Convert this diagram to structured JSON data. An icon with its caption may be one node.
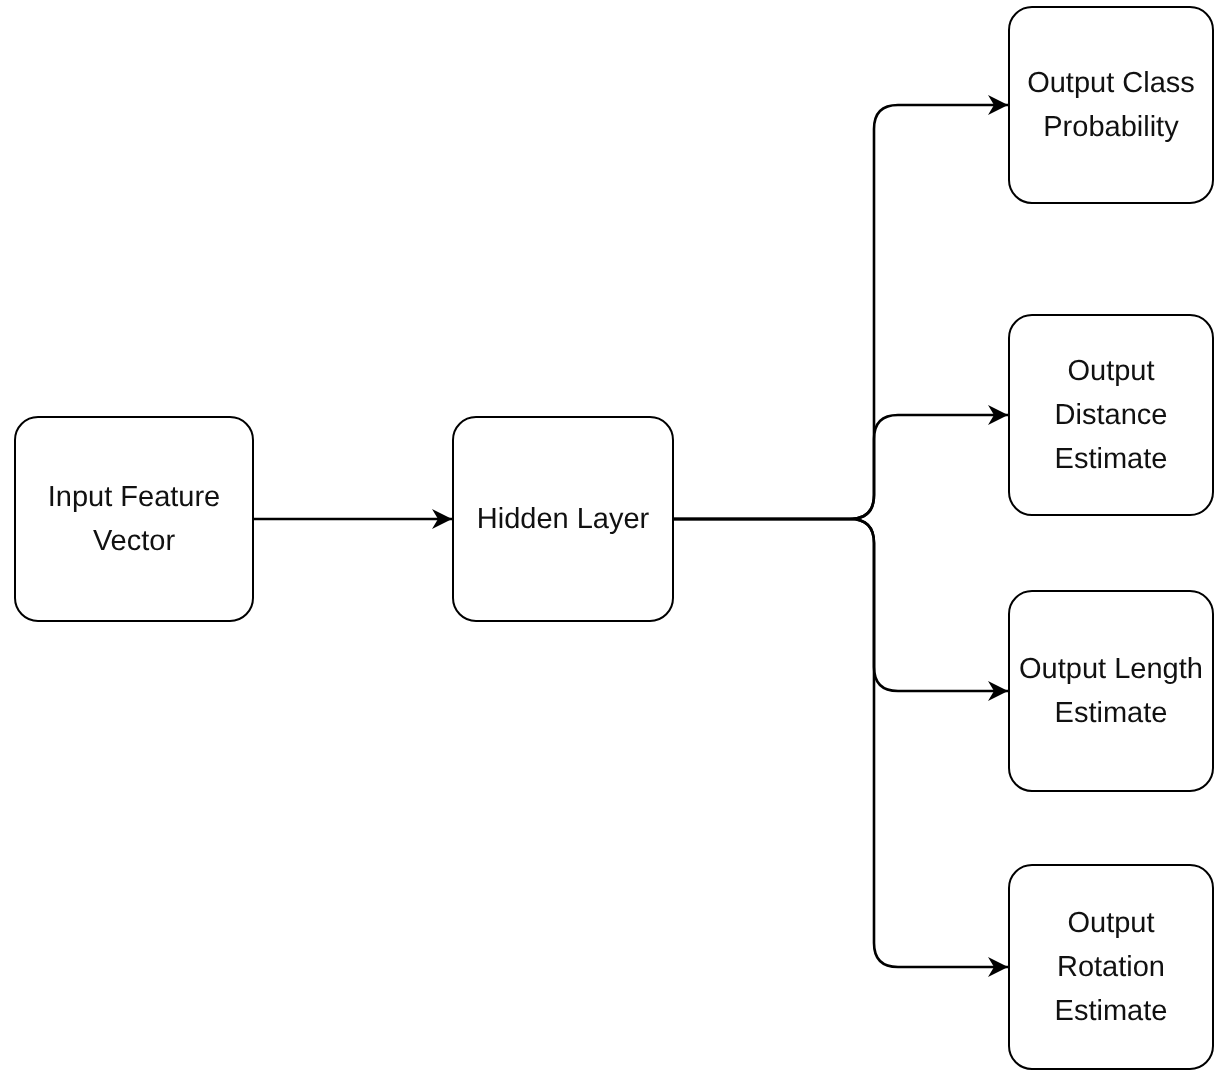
{
  "diagram": {
    "nodes": [
      {
        "text": [
          "Input Feature Vector"
        ]
      },
      {
        "text": [
          "Hidden Layer"
        ]
      },
      {
        "text": [
          "Output Class Probability"
        ]
      },
      {
        "text": [
          "Output Distance Estimate"
        ]
      },
      {
        "text": [
          "Output Length Estimate"
        ]
      },
      {
        "text": [
          "Output Rotation Estimate"
        ]
      }
    ],
    "edges": [
      {
        "from": 0,
        "to": 1,
        "arrow": "to"
      },
      {
        "from": 1,
        "to": 2,
        "arrow": "to"
      },
      {
        "from": 1,
        "to": 3,
        "arrow": "to"
      },
      {
        "from": 1,
        "to": 4,
        "arrow": "to"
      },
      {
        "from": 1,
        "to": 5,
        "arrow": "to"
      }
    ]
  }
}
